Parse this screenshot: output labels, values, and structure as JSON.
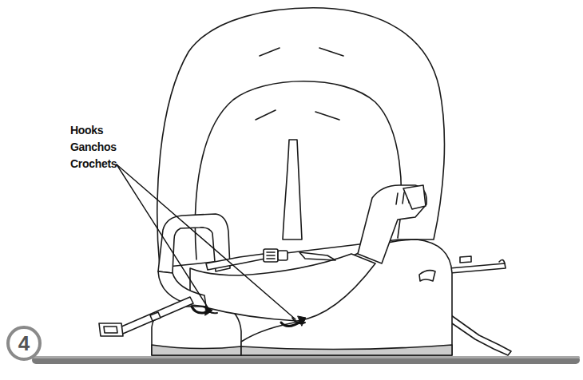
{
  "diagram": {
    "nodes": [
      {
        "text": [
          "4"
        ]
      }
    ],
    "labels": [
      "Hooks",
      "Ganchos",
      "Crochets"
    ]
  }
}
